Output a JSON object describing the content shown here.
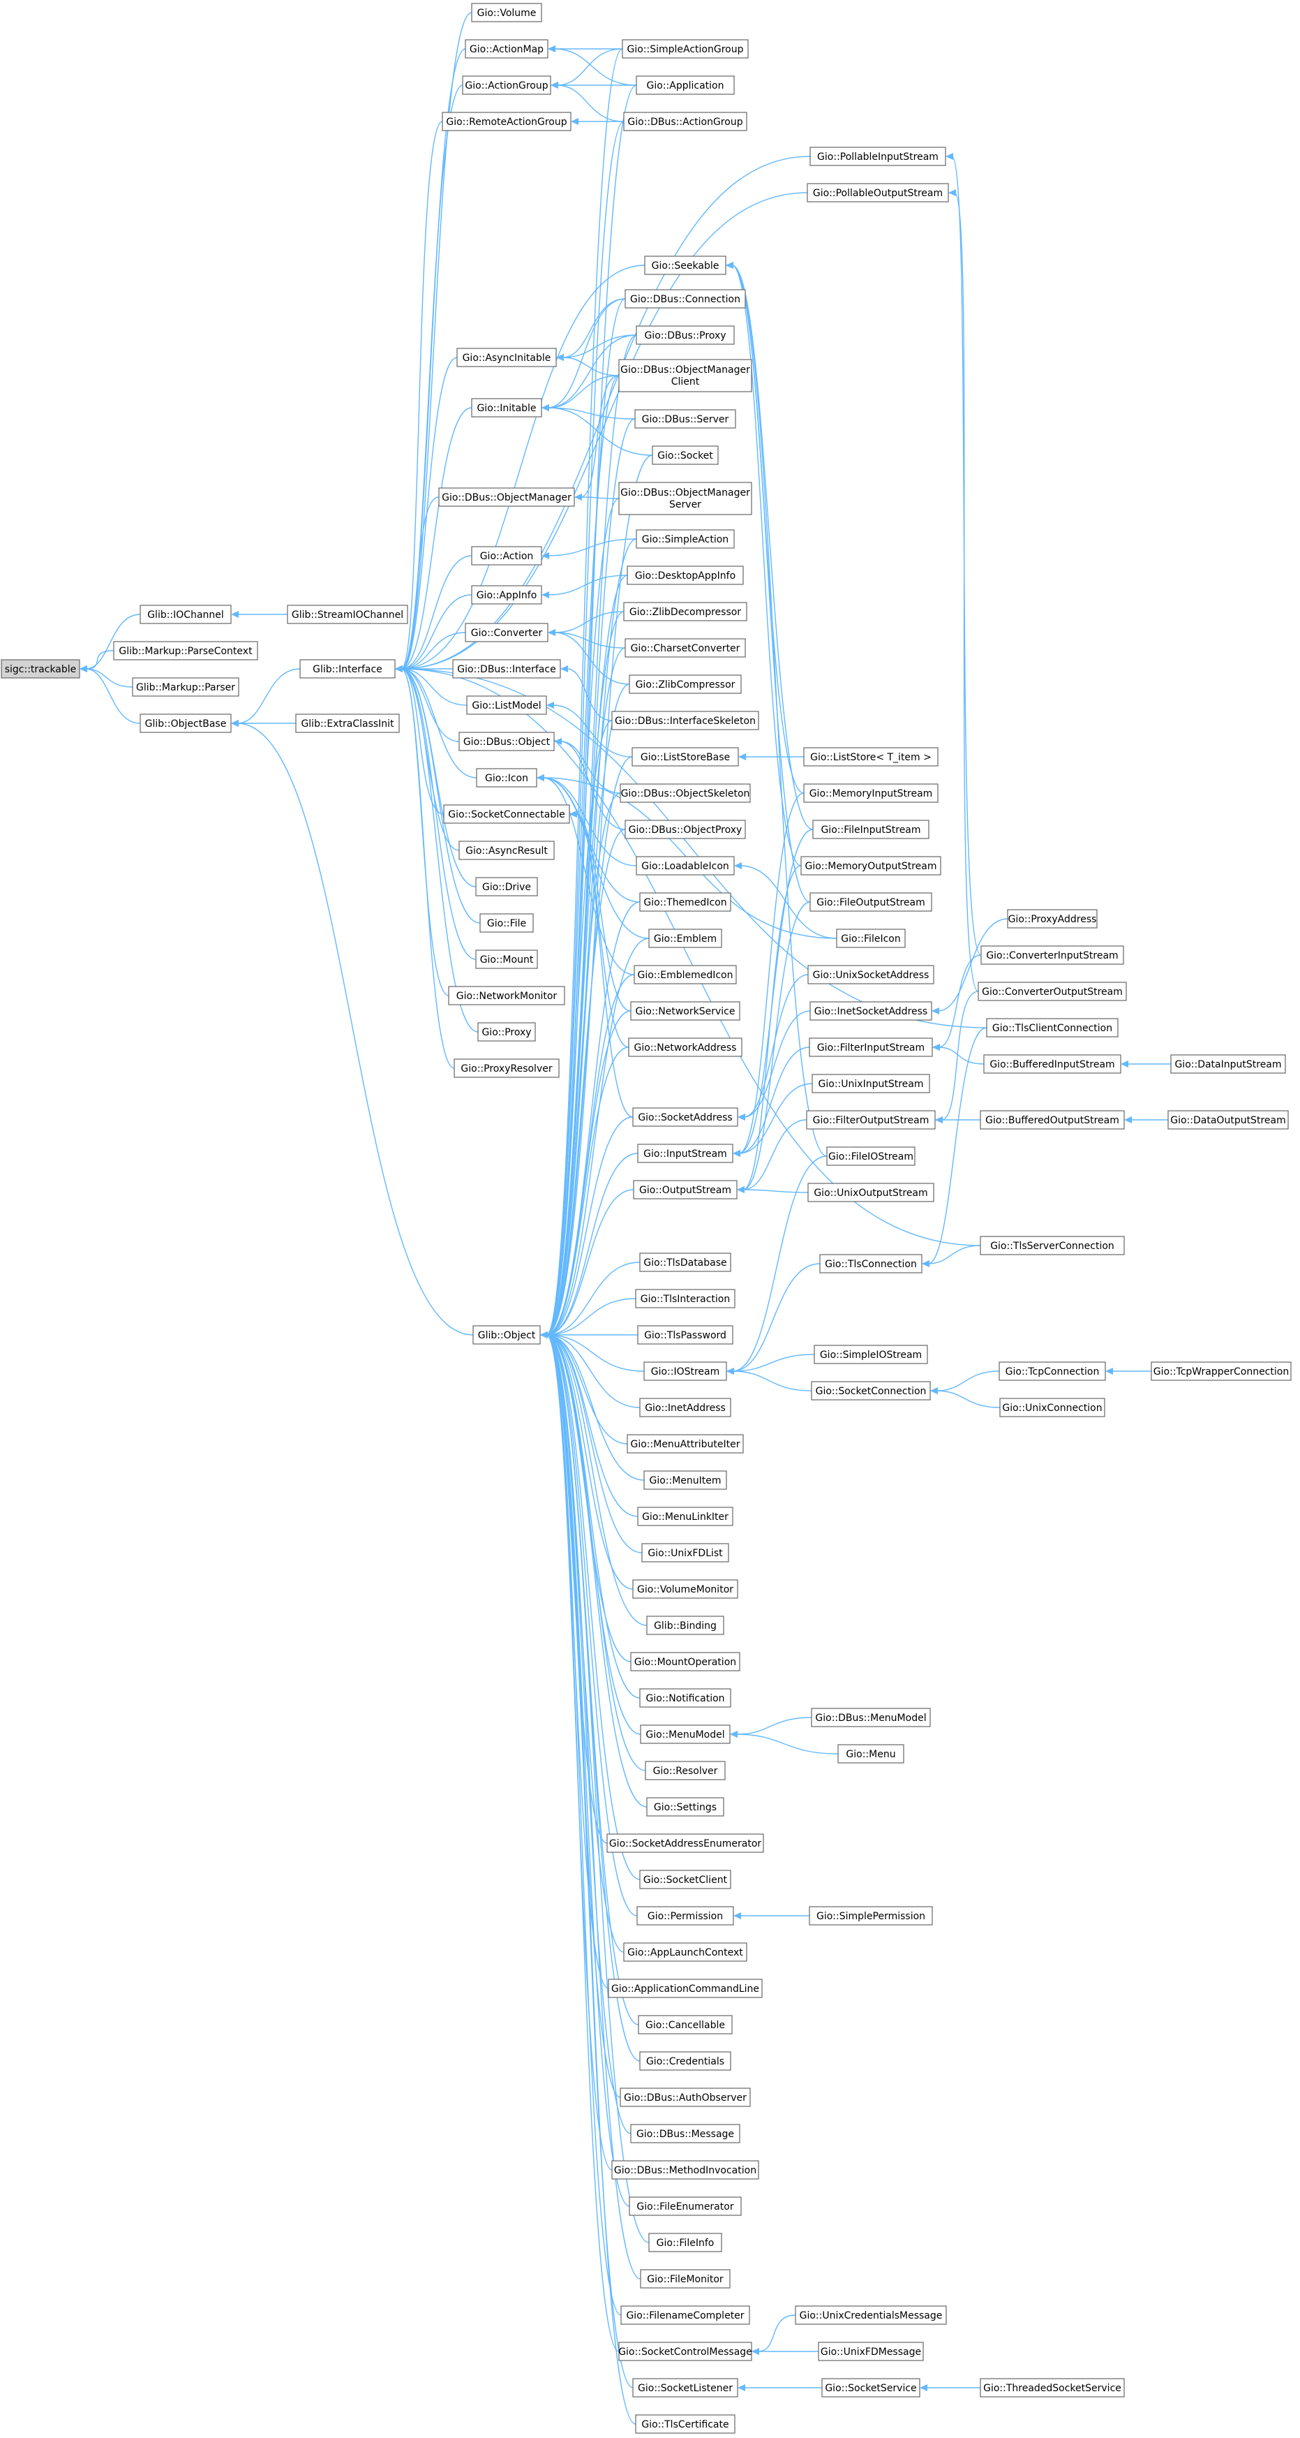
{
  "diagram": {
    "colors": {
      "edge": "#63b8ff",
      "node_border": "#666666",
      "node_fill": "#ffffff",
      "root_fill": "#d3d3d3"
    },
    "nodes": [
      {
        "id": "n0",
        "label": "sigc::trackable"
      },
      {
        "id": "n1",
        "label": "Glib::IOChannel"
      },
      {
        "id": "n2",
        "label": "Glib::Markup::ParseContext"
      },
      {
        "id": "n3",
        "label": "Glib::Markup::Parser"
      },
      {
        "id": "n4",
        "label": "Glib::ObjectBase"
      },
      {
        "id": "n5",
        "label": "Glib::StreamIOChannel"
      },
      {
        "id": "n6",
        "label": "Glib::Interface"
      },
      {
        "id": "n7",
        "label": "Glib::ExtraClassInit"
      },
      {
        "id": "n8",
        "label": "Gio::Volume"
      },
      {
        "id": "n9",
        "label": "Gio::ActionMap"
      },
      {
        "id": "n10",
        "label": "Gio::ActionGroup"
      },
      {
        "id": "n11",
        "label": "Gio::RemoteActionGroup"
      },
      {
        "id": "n12",
        "label": "Gio::AsyncInitable"
      },
      {
        "id": "n13",
        "label": "Gio::Initable"
      },
      {
        "id": "n14",
        "label": "Gio::DBus::ObjectManager"
      },
      {
        "id": "n15",
        "label": "Gio::Action"
      },
      {
        "id": "n16",
        "label": "Gio::AppInfo"
      },
      {
        "id": "n17",
        "label": "Gio::Converter"
      },
      {
        "id": "n18",
        "label": "Gio::DBus::Interface"
      },
      {
        "id": "n19",
        "label": "Gio::ListModel"
      },
      {
        "id": "n20",
        "label": "Gio::DBus::Object"
      },
      {
        "id": "n21",
        "label": "Gio::Icon"
      },
      {
        "id": "n22",
        "label": "Gio::SocketConnectable"
      },
      {
        "id": "n23",
        "label": "Gio::AsyncResult"
      },
      {
        "id": "n24",
        "label": "Gio::Drive"
      },
      {
        "id": "n25",
        "label": "Gio::File"
      },
      {
        "id": "n26",
        "label": "Gio::Mount"
      },
      {
        "id": "n27",
        "label": "Gio::NetworkMonitor"
      },
      {
        "id": "n28",
        "label": "Gio::Proxy"
      },
      {
        "id": "n29",
        "label": "Gio::ProxyResolver"
      },
      {
        "id": "n30",
        "label": "Glib::Object"
      },
      {
        "id": "n31",
        "label": "Gio::SimpleActionGroup"
      },
      {
        "id": "n32",
        "label": "Gio::Application"
      },
      {
        "id": "n33",
        "label": "Gio::DBus::ActionGroup"
      },
      {
        "id": "n34",
        "label": "Gio::Seekable"
      },
      {
        "id": "n35",
        "label": "Gio::DBus::Connection"
      },
      {
        "id": "n36",
        "label": "Gio::DBus::Proxy"
      },
      {
        "id": "n37",
        "label": "Gio::DBus::ObjectManager Client"
      },
      {
        "id": "n38",
        "label": "Gio::DBus::Server"
      },
      {
        "id": "n39",
        "label": "Gio::Socket"
      },
      {
        "id": "n40",
        "label": "Gio::DBus::ObjectManager Server"
      },
      {
        "id": "n41",
        "label": "Gio::SimpleAction"
      },
      {
        "id": "n42",
        "label": "Gio::DesktopAppInfo"
      },
      {
        "id": "n43",
        "label": "Gio::ZlibDecompressor"
      },
      {
        "id": "n44",
        "label": "Gio::CharsetConverter"
      },
      {
        "id": "n45",
        "label": "Gio::ZlibCompressor"
      },
      {
        "id": "n46",
        "label": "Gio::DBus::InterfaceSkeleton"
      },
      {
        "id": "n47",
        "label": "Gio::ListStoreBase"
      },
      {
        "id": "n48",
        "label": "Gio::DBus::ObjectSkeleton"
      },
      {
        "id": "n49",
        "label": "Gio::DBus::ObjectProxy"
      },
      {
        "id": "n50",
        "label": "Gio::LoadableIcon"
      },
      {
        "id": "n51",
        "label": "Gio::ThemedIcon"
      },
      {
        "id": "n52",
        "label": "Gio::Emblem"
      },
      {
        "id": "n53",
        "label": "Gio::EmblemedIcon"
      },
      {
        "id": "n54",
        "label": "Gio::NetworkService"
      },
      {
        "id": "n55",
        "label": "Gio::NetworkAddress"
      },
      {
        "id": "n56",
        "label": "Gio::SocketAddress"
      },
      {
        "id": "n57",
        "label": "Gio::InputStream"
      },
      {
        "id": "n58",
        "label": "Gio::OutputStream"
      },
      {
        "id": "n59",
        "label": "Gio::TlsDatabase"
      },
      {
        "id": "n60",
        "label": "Gio::TlsInteraction"
      },
      {
        "id": "n61",
        "label": "Gio::TlsPassword"
      },
      {
        "id": "n62",
        "label": "Gio::IOStream"
      },
      {
        "id": "n63",
        "label": "Gio::InetAddress"
      },
      {
        "id": "n64",
        "label": "Gio::MenuAttributeIter"
      },
      {
        "id": "n65",
        "label": "Gio::MenuItem"
      },
      {
        "id": "n66",
        "label": "Gio::MenuLinkIter"
      },
      {
        "id": "n67",
        "label": "Gio::UnixFDList"
      },
      {
        "id": "n68",
        "label": "Gio::VolumeMonitor"
      },
      {
        "id": "n69",
        "label": "Glib::Binding"
      },
      {
        "id": "n70",
        "label": "Gio::MountOperation"
      },
      {
        "id": "n71",
        "label": "Gio::Notification"
      },
      {
        "id": "n72",
        "label": "Gio::MenuModel"
      },
      {
        "id": "n73",
        "label": "Gio::Resolver"
      },
      {
        "id": "n74",
        "label": "Gio::Settings"
      },
      {
        "id": "n75",
        "label": "Gio::SocketAddressEnumerator"
      },
      {
        "id": "n76",
        "label": "Gio::SocketClient"
      },
      {
        "id": "n77",
        "label": "Gio::Permission"
      },
      {
        "id": "n78",
        "label": "Gio::AppLaunchContext"
      },
      {
        "id": "n79",
        "label": "Gio::ApplicationCommandLine"
      },
      {
        "id": "n80",
        "label": "Gio::Cancellable"
      },
      {
        "id": "n81",
        "label": "Gio::Credentials"
      },
      {
        "id": "n82",
        "label": "Gio::DBus::AuthObserver"
      },
      {
        "id": "n83",
        "label": "Gio::DBus::Message"
      },
      {
        "id": "n84",
        "label": "Gio::DBus::MethodInvocation"
      },
      {
        "id": "n85",
        "label": "Gio::FileEnumerator"
      },
      {
        "id": "n86",
        "label": "Gio::FileInfo"
      },
      {
        "id": "n87",
        "label": "Gio::FileMonitor"
      },
      {
        "id": "n88",
        "label": "Gio::FilenameCompleter"
      },
      {
        "id": "n89",
        "label": "Gio::SocketControlMessage"
      },
      {
        "id": "n90",
        "label": "Gio::SocketListener"
      },
      {
        "id": "n91",
        "label": "Gio::TlsCertificate"
      },
      {
        "id": "n92",
        "label": "Gio::PollableInputStream"
      },
      {
        "id": "n93",
        "label": "Gio::PollableOutputStream"
      },
      {
        "id": "n94",
        "label": "Gio::ListStore< T_item >"
      },
      {
        "id": "n95",
        "label": "Gio::MemoryInputStream"
      },
      {
        "id": "n96",
        "label": "Gio::FileInputStream"
      },
      {
        "id": "n97",
        "label": "Gio::MemoryOutputStream"
      },
      {
        "id": "n98",
        "label": "Gio::FileOutputStream"
      },
      {
        "id": "n99",
        "label": "Gio::FileIcon"
      },
      {
        "id": "n100",
        "label": "Gio::UnixSocketAddress"
      },
      {
        "id": "n101",
        "label": "Gio::InetSocketAddress"
      },
      {
        "id": "n102",
        "label": "Gio::FilterInputStream"
      },
      {
        "id": "n103",
        "label": "Gio::UnixInputStream"
      },
      {
        "id": "n104",
        "label": "Gio::FilterOutputStream"
      },
      {
        "id": "n105",
        "label": "Gio::FileIOStream"
      },
      {
        "id": "n106",
        "label": "Gio::UnixOutputStream"
      },
      {
        "id": "n107",
        "label": "Gio::TlsConnection"
      },
      {
        "id": "n108",
        "label": "Gio::SimpleIOStream"
      },
      {
        "id": "n109",
        "label": "Gio::SocketConnection"
      },
      {
        "id": "n110",
        "label": "Gio::DBus::MenuModel"
      },
      {
        "id": "n111",
        "label": "Gio::Menu"
      },
      {
        "id": "n112",
        "label": "Gio::SimplePermission"
      },
      {
        "id": "n113",
        "label": "Gio::UnixCredentialsMessage"
      },
      {
        "id": "n114",
        "label": "Gio::UnixFDMessage"
      },
      {
        "id": "n115",
        "label": "Gio::SocketService"
      },
      {
        "id": "n116",
        "label": "Gio::ProxyAddress"
      },
      {
        "id": "n117",
        "label": "Gio::ConverterInputStream"
      },
      {
        "id": "n118",
        "label": "Gio::ConverterOutputStream"
      },
      {
        "id": "n119",
        "label": "Gio::TlsClientConnection"
      },
      {
        "id": "n120",
        "label": "Gio::BufferedInputStream"
      },
      {
        "id": "n121",
        "label": "Gio::BufferedOutputStream"
      },
      {
        "id": "n122",
        "label": "Gio::TlsServerConnection"
      },
      {
        "id": "n123",
        "label": "Gio::TcpConnection"
      },
      {
        "id": "n124",
        "label": "Gio::UnixConnection"
      },
      {
        "id": "n125",
        "label": "Gio::ThreadedSocketService"
      },
      {
        "id": "n126",
        "label": "Gio::DataInputStream"
      },
      {
        "id": "n127",
        "label": "Gio::DataOutputStream"
      },
      {
        "id": "n128",
        "label": "Gio::TcpWrapperConnection"
      }
    ],
    "edges": [
      [
        "n0",
        "n1"
      ],
      [
        "n0",
        "n2"
      ],
      [
        "n0",
        "n3"
      ],
      [
        "n0",
        "n4"
      ],
      [
        "n1",
        "n5"
      ],
      [
        "n4",
        "n6"
      ],
      [
        "n4",
        "n7"
      ],
      [
        "n4",
        "n30"
      ],
      [
        "n6",
        "n8"
      ],
      [
        "n6",
        "n9"
      ],
      [
        "n6",
        "n10"
      ],
      [
        "n6",
        "n11"
      ],
      [
        "n6",
        "n12"
      ],
      [
        "n6",
        "n13"
      ],
      [
        "n6",
        "n14"
      ],
      [
        "n6",
        "n15"
      ],
      [
        "n6",
        "n16"
      ],
      [
        "n6",
        "n17"
      ],
      [
        "n6",
        "n18"
      ],
      [
        "n6",
        "n19"
      ],
      [
        "n6",
        "n20"
      ],
      [
        "n6",
        "n21"
      ],
      [
        "n6",
        "n22"
      ],
      [
        "n6",
        "n23"
      ],
      [
        "n6",
        "n24"
      ],
      [
        "n6",
        "n25"
      ],
      [
        "n6",
        "n26"
      ],
      [
        "n6",
        "n27"
      ],
      [
        "n6",
        "n28"
      ],
      [
        "n6",
        "n29"
      ],
      [
        "n6",
        "n34"
      ],
      [
        "n6",
        "n92"
      ],
      [
        "n6",
        "n93"
      ],
      [
        "n6",
        "n119"
      ],
      [
        "n6",
        "n122"
      ],
      [
        "n9",
        "n31"
      ],
      [
        "n9",
        "n32"
      ],
      [
        "n10",
        "n31"
      ],
      [
        "n10",
        "n32"
      ],
      [
        "n10",
        "n33"
      ],
      [
        "n11",
        "n33"
      ],
      [
        "n12",
        "n35"
      ],
      [
        "n12",
        "n36"
      ],
      [
        "n12",
        "n37"
      ],
      [
        "n13",
        "n35"
      ],
      [
        "n13",
        "n36"
      ],
      [
        "n13",
        "n37"
      ],
      [
        "n13",
        "n38"
      ],
      [
        "n13",
        "n39"
      ],
      [
        "n14",
        "n37"
      ],
      [
        "n14",
        "n40"
      ],
      [
        "n15",
        "n41"
      ],
      [
        "n16",
        "n42"
      ],
      [
        "n17",
        "n43"
      ],
      [
        "n17",
        "n44"
      ],
      [
        "n17",
        "n45"
      ],
      [
        "n18",
        "n46"
      ],
      [
        "n19",
        "n47"
      ],
      [
        "n20",
        "n48"
      ],
      [
        "n20",
        "n49"
      ],
      [
        "n21",
        "n50"
      ],
      [
        "n21",
        "n51"
      ],
      [
        "n21",
        "n52"
      ],
      [
        "n21",
        "n53"
      ],
      [
        "n21",
        "n99"
      ],
      [
        "n22",
        "n54"
      ],
      [
        "n22",
        "n55"
      ],
      [
        "n22",
        "n56"
      ],
      [
        "n47",
        "n94"
      ],
      [
        "n34",
        "n96"
      ],
      [
        "n34",
        "n97"
      ],
      [
        "n34",
        "n98"
      ],
      [
        "n34",
        "n95"
      ],
      [
        "n34",
        "n105"
      ],
      [
        "n92",
        "n117"
      ],
      [
        "n93",
        "n118"
      ],
      [
        "n30",
        "n31"
      ],
      [
        "n30",
        "n32"
      ],
      [
        "n30",
        "n33"
      ],
      [
        "n30",
        "n35"
      ],
      [
        "n30",
        "n36"
      ],
      [
        "n30",
        "n37"
      ],
      [
        "n30",
        "n38"
      ],
      [
        "n30",
        "n39"
      ],
      [
        "n30",
        "n40"
      ],
      [
        "n30",
        "n41"
      ],
      [
        "n30",
        "n42"
      ],
      [
        "n30",
        "n43"
      ],
      [
        "n30",
        "n44"
      ],
      [
        "n30",
        "n45"
      ],
      [
        "n30",
        "n46"
      ],
      [
        "n30",
        "n47"
      ],
      [
        "n30",
        "n48"
      ],
      [
        "n30",
        "n49"
      ],
      [
        "n30",
        "n51"
      ],
      [
        "n30",
        "n52"
      ],
      [
        "n30",
        "n53"
      ],
      [
        "n30",
        "n54"
      ],
      [
        "n30",
        "n55"
      ],
      [
        "n30",
        "n56"
      ],
      [
        "n30",
        "n57"
      ],
      [
        "n30",
        "n58"
      ],
      [
        "n30",
        "n59"
      ],
      [
        "n30",
        "n60"
      ],
      [
        "n30",
        "n61"
      ],
      [
        "n30",
        "n62"
      ],
      [
        "n30",
        "n63"
      ],
      [
        "n30",
        "n64"
      ],
      [
        "n30",
        "n65"
      ],
      [
        "n30",
        "n66"
      ],
      [
        "n30",
        "n67"
      ],
      [
        "n30",
        "n68"
      ],
      [
        "n30",
        "n69"
      ],
      [
        "n30",
        "n70"
      ],
      [
        "n30",
        "n71"
      ],
      [
        "n30",
        "n72"
      ],
      [
        "n30",
        "n73"
      ],
      [
        "n30",
        "n74"
      ],
      [
        "n30",
        "n75"
      ],
      [
        "n30",
        "n76"
      ],
      [
        "n30",
        "n77"
      ],
      [
        "n30",
        "n78"
      ],
      [
        "n30",
        "n79"
      ],
      [
        "n30",
        "n80"
      ],
      [
        "n30",
        "n81"
      ],
      [
        "n30",
        "n82"
      ],
      [
        "n30",
        "n83"
      ],
      [
        "n30",
        "n84"
      ],
      [
        "n30",
        "n85"
      ],
      [
        "n30",
        "n86"
      ],
      [
        "n30",
        "n87"
      ],
      [
        "n30",
        "n88"
      ],
      [
        "n30",
        "n89"
      ],
      [
        "n30",
        "n90"
      ],
      [
        "n30",
        "n91"
      ],
      [
        "n50",
        "n99"
      ],
      [
        "n56",
        "n100"
      ],
      [
        "n56",
        "n101"
      ],
      [
        "n101",
        "n116"
      ],
      [
        "n57",
        "n95"
      ],
      [
        "n57",
        "n96"
      ],
      [
        "n57",
        "n102"
      ],
      [
        "n57",
        "n103"
      ],
      [
        "n58",
        "n97"
      ],
      [
        "n58",
        "n98"
      ],
      [
        "n58",
        "n104"
      ],
      [
        "n58",
        "n106"
      ],
      [
        "n102",
        "n117"
      ],
      [
        "n102",
        "n120"
      ],
      [
        "n104",
        "n118"
      ],
      [
        "n104",
        "n121"
      ],
      [
        "n120",
        "n126"
      ],
      [
        "n121",
        "n127"
      ],
      [
        "n62",
        "n105"
      ],
      [
        "n62",
        "n107"
      ],
      [
        "n62",
        "n108"
      ],
      [
        "n62",
        "n109"
      ],
      [
        "n107",
        "n119"
      ],
      [
        "n107",
        "n122"
      ],
      [
        "n109",
        "n123"
      ],
      [
        "n109",
        "n124"
      ],
      [
        "n123",
        "n128"
      ],
      [
        "n72",
        "n110"
      ],
      [
        "n72",
        "n111"
      ],
      [
        "n77",
        "n112"
      ],
      [
        "n89",
        "n113"
      ],
      [
        "n89",
        "n114"
      ],
      [
        "n90",
        "n115"
      ],
      [
        "n115",
        "n125"
      ]
    ]
  }
}
